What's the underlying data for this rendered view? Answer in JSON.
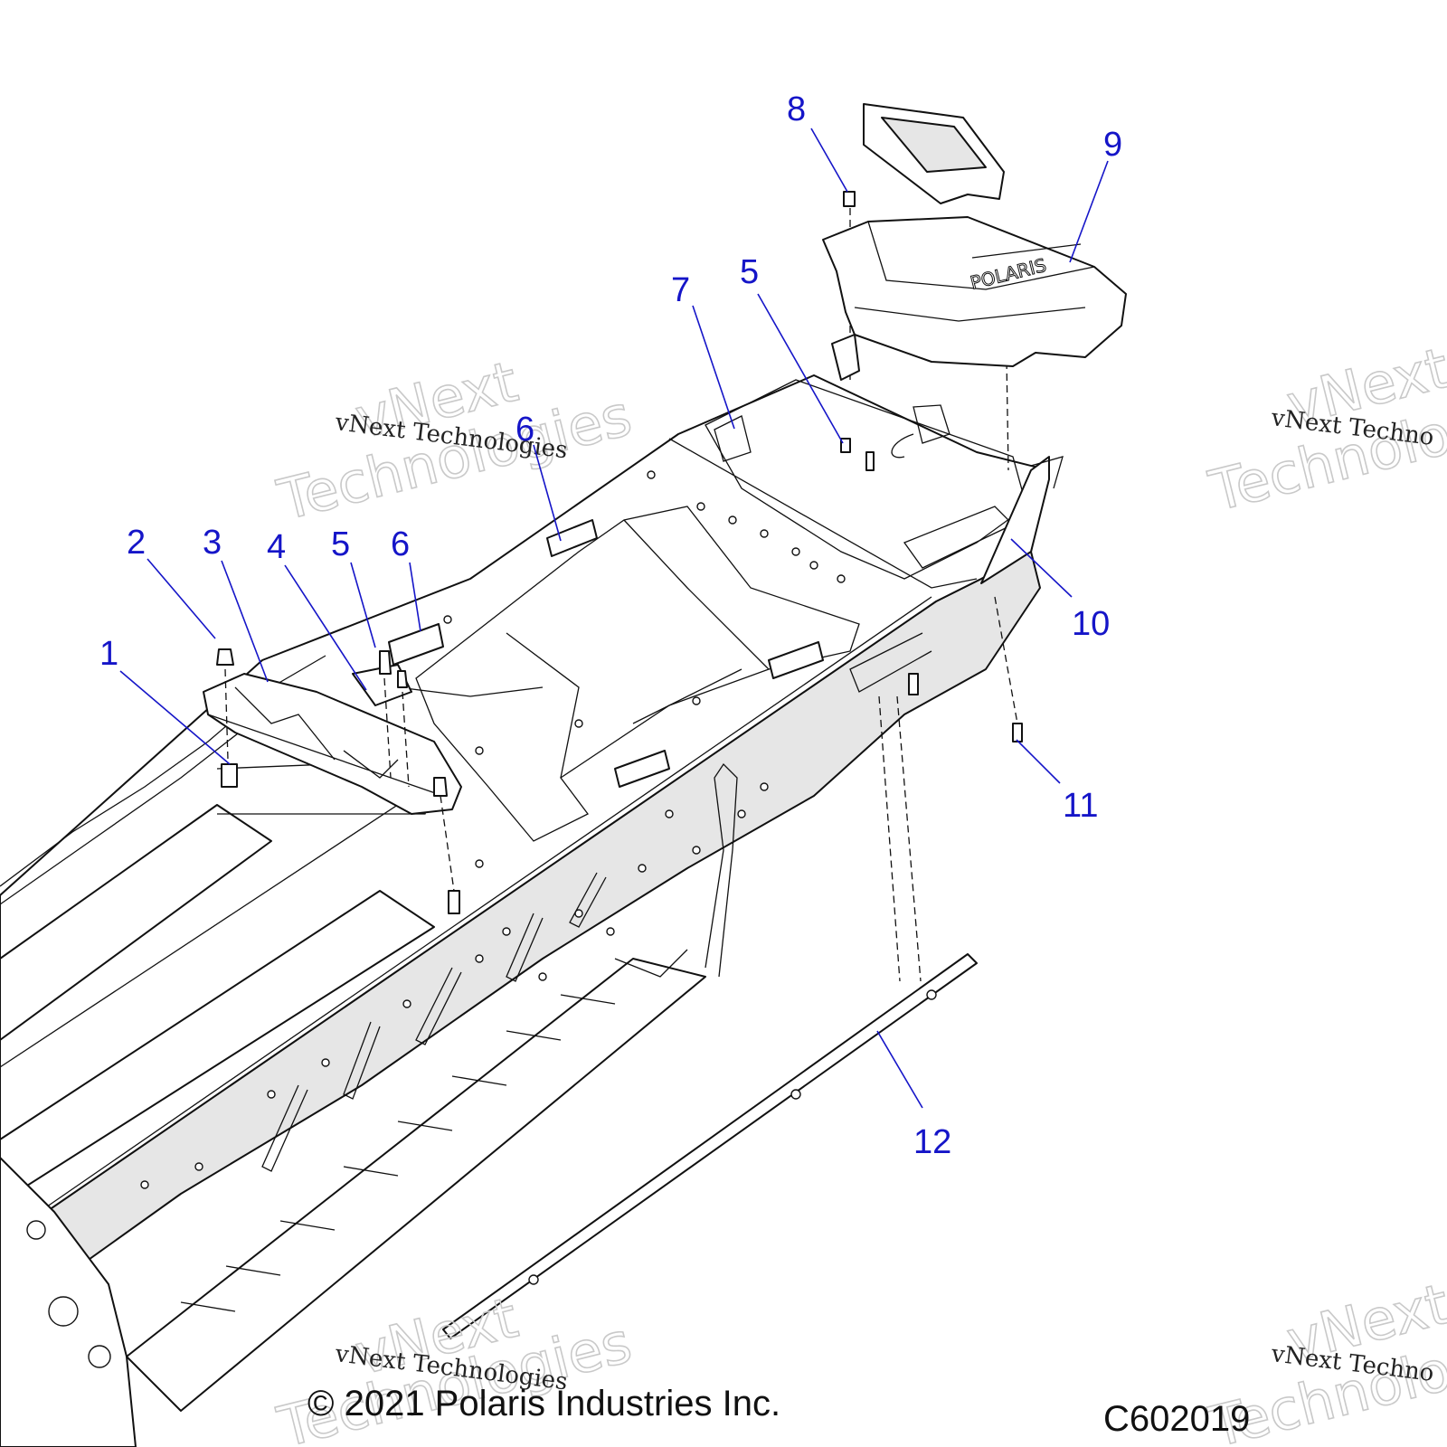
{
  "callouts": [
    "1",
    "2",
    "3",
    "4",
    "5",
    "6",
    "7",
    "8",
    "9",
    "10",
    "11",
    "12"
  ],
  "watermark": {
    "line1": "vNext",
    "line2": "Technologies",
    "caption": "vNext Technologies",
    "caption_partial": "vNext Techno"
  },
  "logo_text": "POLARIS",
  "footer": {
    "copyright": "© 2021 Polaris Industries Inc.",
    "diagram_code": "C602019"
  },
  "colors": {
    "callout": "#1515c8",
    "line": "#111111",
    "panel_fill": "#e6e6e6",
    "watermark": "#c9c9c9"
  }
}
